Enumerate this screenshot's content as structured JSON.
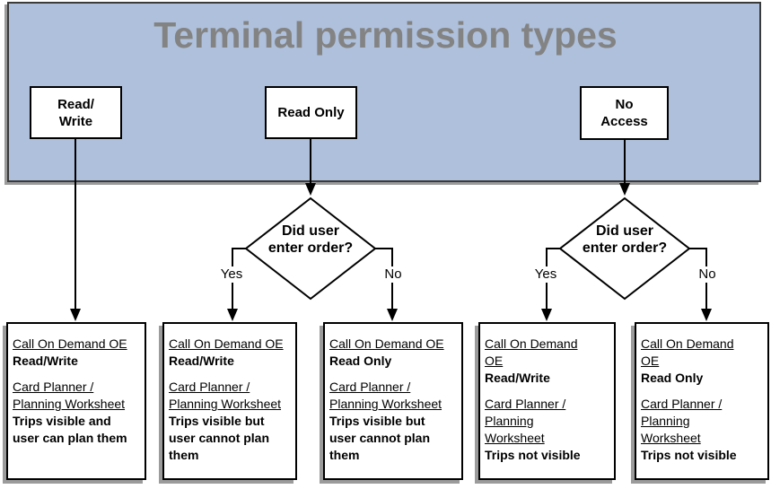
{
  "title": "Terminal permission types",
  "colors": {
    "header_fill": "#aec0db",
    "header_border": "#3b3b3b",
    "title_text": "#838383",
    "box_fill": "#ffffff",
    "box_border": "#000000",
    "shadow": "#9b9b9b",
    "connector": "#000000"
  },
  "permission_boxes": [
    {
      "id": "read-write",
      "label": "Read/\nWrite"
    },
    {
      "id": "read-only",
      "label": "Read Only"
    },
    {
      "id": "no-access",
      "label": "No\nAccess"
    }
  ],
  "decisions": [
    {
      "question": "Did user\nenter order?",
      "yes_label": "Yes",
      "no_label": "No"
    },
    {
      "question": "Did user\nenter order?",
      "yes_label": "Yes",
      "no_label": "No"
    }
  ],
  "outcome_boxes": [
    {
      "sections": [
        {
          "style": "underline",
          "text": "Call On Demand OE"
        },
        {
          "style": "bold",
          "text": "Read/Write"
        },
        {
          "style": "underline",
          "text": "Card Planner /\nPlanning Worksheet"
        },
        {
          "style": "bold",
          "text": "Trips visible and\nuser can plan them"
        }
      ]
    },
    {
      "sections": [
        {
          "style": "underline",
          "text": "Call On Demand OE"
        },
        {
          "style": "bold",
          "text": "Read/Write"
        },
        {
          "style": "underline",
          "text": "Card Planner /\nPlanning Worksheet"
        },
        {
          "style": "bold",
          "text": "Trips visible but\nuser cannot plan\nthem"
        }
      ]
    },
    {
      "sections": [
        {
          "style": "underline",
          "text": "Call On Demand OE"
        },
        {
          "style": "bold",
          "text": "Read Only"
        },
        {
          "style": "underline",
          "text": "Card Planner /\nPlanning Worksheet"
        },
        {
          "style": "bold",
          "text": "Trips visible but\nuser cannot plan\nthem"
        }
      ]
    },
    {
      "sections": [
        {
          "style": "underline",
          "text": "Call On Demand\nOE"
        },
        {
          "style": "bold",
          "text": "Read/Write"
        },
        {
          "style": "underline",
          "text": "Card Planner /\nPlanning\nWorksheet"
        },
        {
          "style": "bold",
          "text": "Trips not visible"
        }
      ]
    },
    {
      "sections": [
        {
          "style": "underline",
          "text": "Call On Demand\nOE"
        },
        {
          "style": "bold",
          "text": "Read Only"
        },
        {
          "style": "underline",
          "text": "Card Planner /\nPlanning\nWorksheet"
        },
        {
          "style": "bold",
          "text": "Trips not visible"
        }
      ]
    }
  ]
}
